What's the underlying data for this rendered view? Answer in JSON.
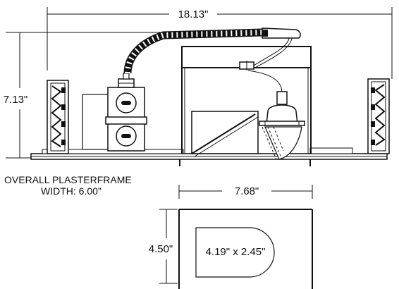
{
  "dimensions": {
    "overall_width": "18.13\"",
    "height": "7.13\"",
    "bottom_width": "7.68\"",
    "bottom_height": "4.50\"",
    "cutout": "4.19\" x 2.45\""
  },
  "notes": {
    "line1": "OVERALL PLASTERFRAME",
    "line2": "WIDTH: 6.00”"
  }
}
